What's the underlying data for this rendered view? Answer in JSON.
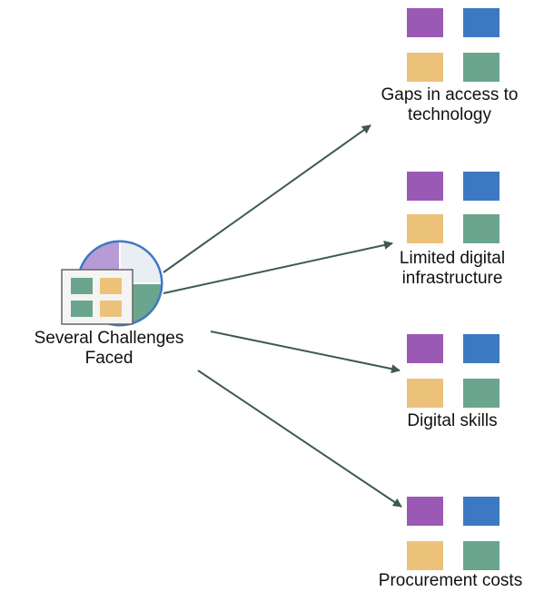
{
  "source": {
    "label_line1": "Several Challenges",
    "label_line2": "Faced",
    "icon": "pie-chart-table-icon"
  },
  "targets": [
    {
      "label_line1": "Gaps in access to",
      "label_line2": "technology",
      "icon": "four-squares-icon"
    },
    {
      "label_line1": "Limited digital",
      "label_line2": "infrastructure",
      "icon": "four-squares-icon"
    },
    {
      "label_line1": "Digital skills",
      "label_line2": "",
      "icon": "four-squares-icon"
    },
    {
      "label_line1": "Procurement costs",
      "label_line2": "",
      "icon": "four-squares-icon"
    }
  ],
  "colors": {
    "purple": "#9b59b6",
    "blue": "#3d79c2",
    "yellow": "#ecc27a",
    "green": "#6ba58e",
    "arrow": "#3d5a52"
  }
}
